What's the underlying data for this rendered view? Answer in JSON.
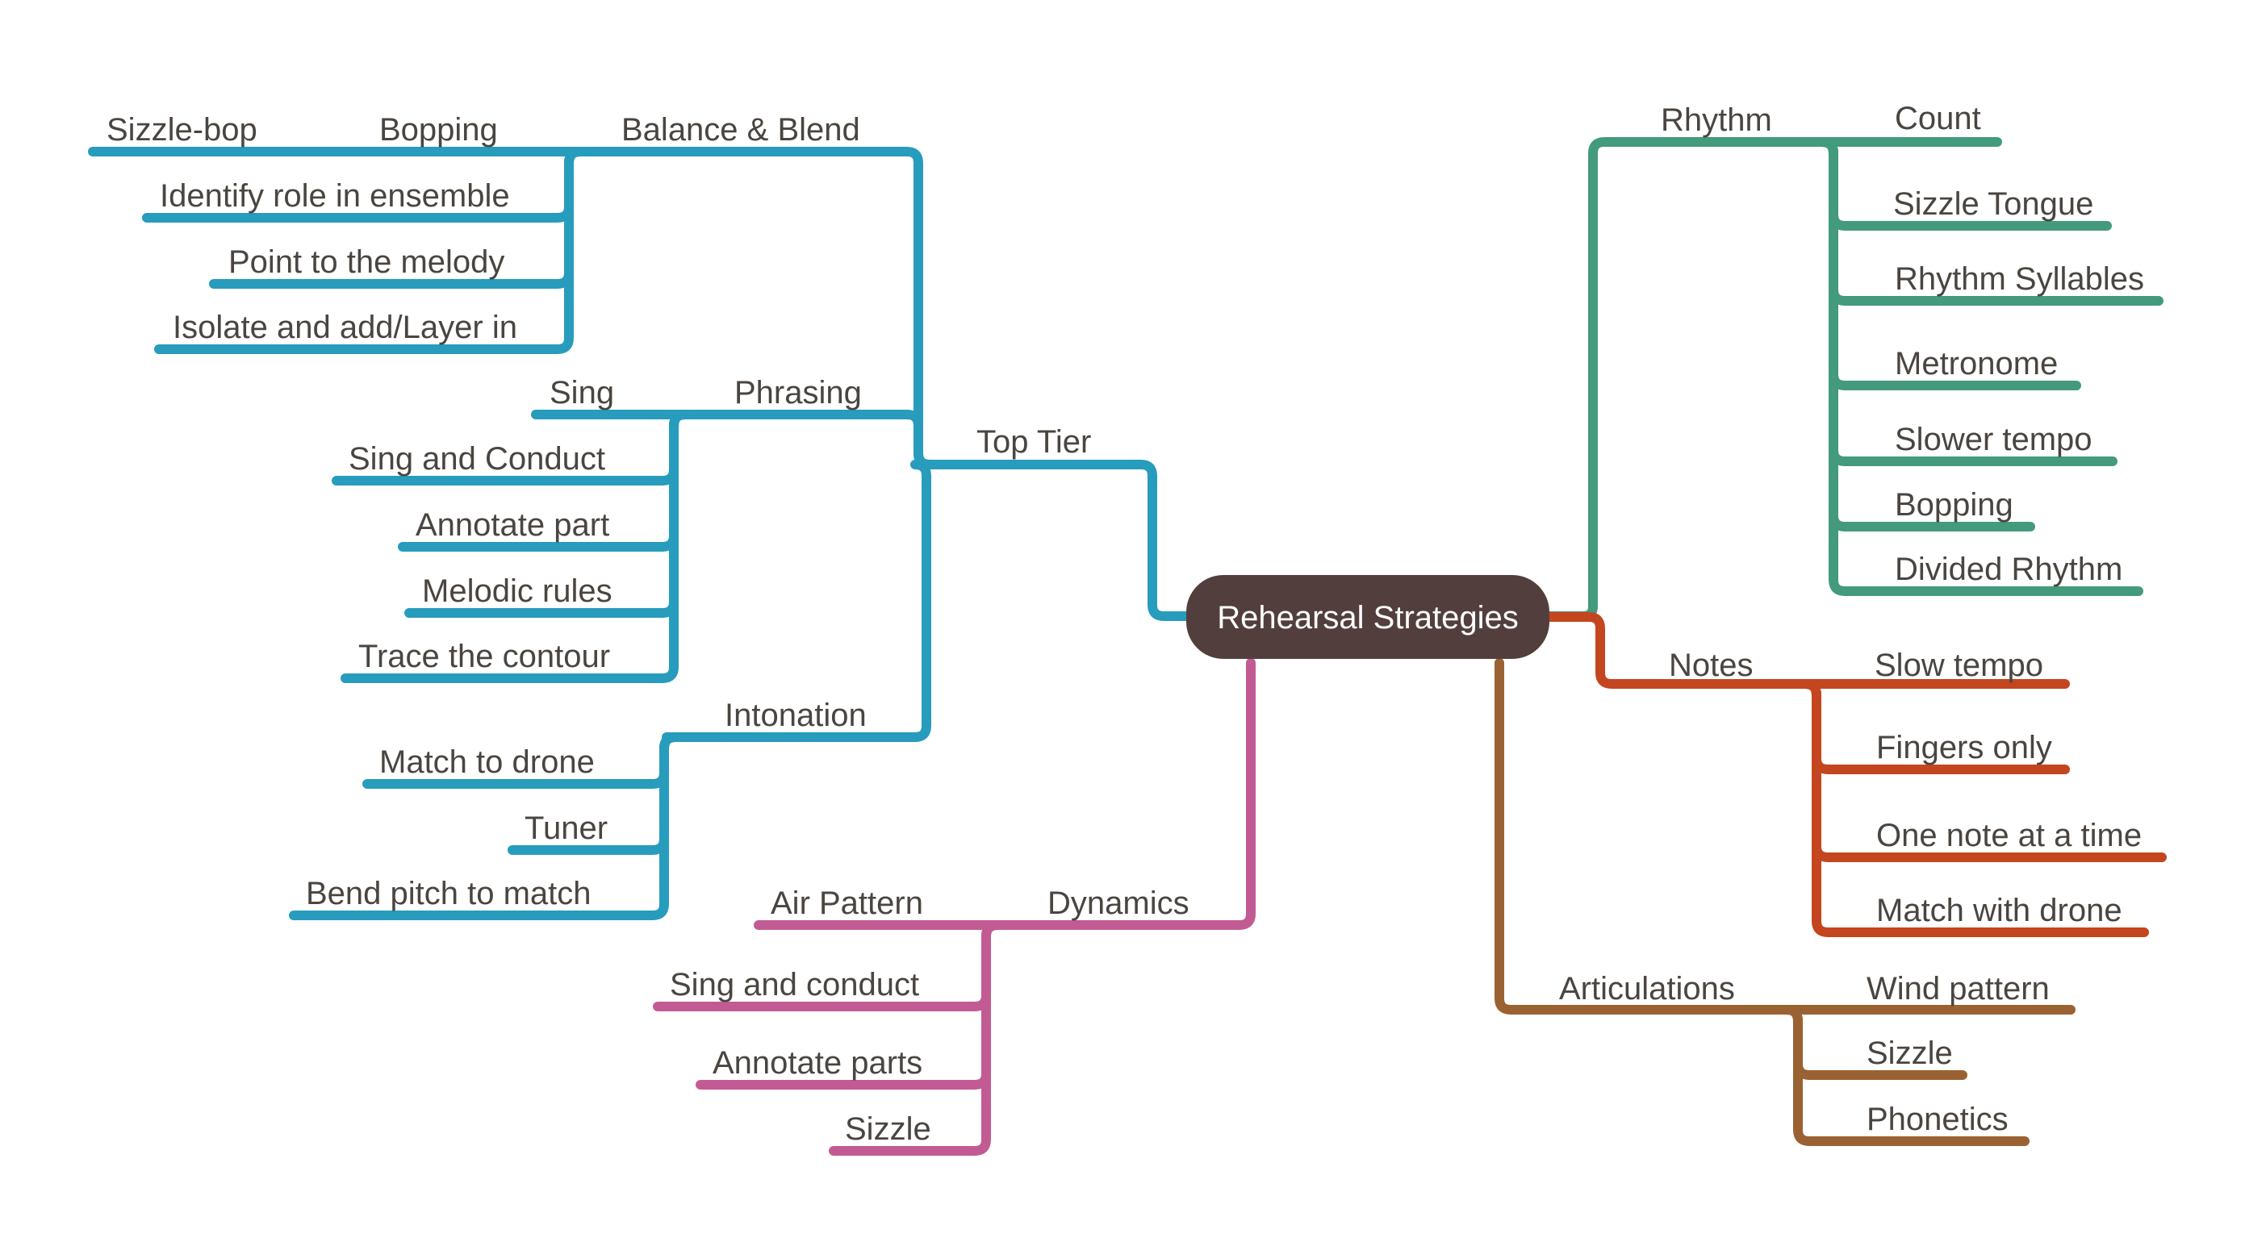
{
  "central": {
    "label": "Rehearsal Strategies",
    "color": "#523f3d"
  },
  "colors": {
    "top_tier": "#279cbd",
    "rhythm": "#439a7c",
    "notes": "#c4461f",
    "articulations": "#9a6232",
    "dynamics": "#c25b94",
    "text": "#4a4540"
  },
  "branches": {
    "top_tier": {
      "label": "Top Tier",
      "children": {
        "balance_blend": {
          "label": "Balance & Blend",
          "children": [
            {
              "label": "Bopping",
              "children": [
                {
                  "label": "Sizzle-bop"
                }
              ]
            },
            {
              "label": "Identify role in ensemble"
            },
            {
              "label": "Point to the melody"
            },
            {
              "label": "Isolate and add/Layer in"
            }
          ]
        },
        "phrasing": {
          "label": "Phrasing",
          "children": [
            {
              "label": "Sing"
            },
            {
              "label": "Sing and Conduct"
            },
            {
              "label": "Annotate part"
            },
            {
              "label": "Melodic rules"
            },
            {
              "label": "Trace the contour"
            }
          ]
        },
        "intonation": {
          "label": "Intonation",
          "children": [
            {
              "label": "Match to drone"
            },
            {
              "label": "Tuner"
            },
            {
              "label": "Bend pitch to match"
            }
          ]
        }
      }
    },
    "dynamics": {
      "label": "Dynamics",
      "children": [
        {
          "label": "Air Pattern"
        },
        {
          "label": "Sing and conduct"
        },
        {
          "label": "Annotate parts"
        },
        {
          "label": "Sizzle"
        }
      ]
    },
    "rhythm": {
      "label": "Rhythm",
      "children": [
        {
          "label": "Count"
        },
        {
          "label": "Sizzle Tongue"
        },
        {
          "label": "Rhythm Syllables"
        },
        {
          "label": "Metronome"
        },
        {
          "label": "Slower tempo"
        },
        {
          "label": "Bopping"
        },
        {
          "label": "Divided Rhythm"
        }
      ]
    },
    "notes": {
      "label": "Notes",
      "children": [
        {
          "label": "Slow tempo"
        },
        {
          "label": "Fingers only"
        },
        {
          "label": "One note at a time"
        },
        {
          "label": "Match with drone"
        }
      ]
    },
    "articulations": {
      "label": "Articulations",
      "children": [
        {
          "label": "Wind pattern"
        },
        {
          "label": "Sizzle"
        },
        {
          "label": "Phonetics"
        }
      ]
    }
  }
}
